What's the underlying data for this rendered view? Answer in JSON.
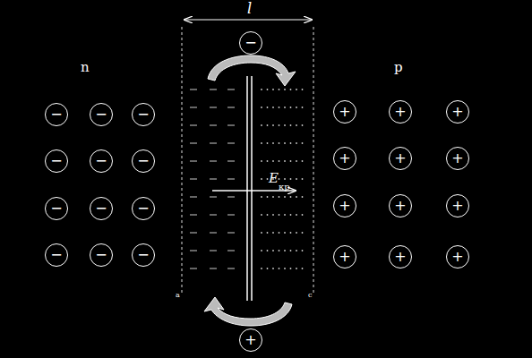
{
  "diagram": {
    "nodes": [
      {
        "text": [
          "−"
        ]
      },
      {
        "text": [
          "−"
        ]
      },
      {
        "text": [
          "−"
        ]
      },
      {
        "text": [
          "−"
        ]
      },
      {
        "text": [
          "−"
        ]
      },
      {
        "text": [
          "−"
        ]
      },
      {
        "text": [
          "−"
        ]
      },
      {
        "text": [
          "−"
        ]
      },
      {
        "text": [
          "−"
        ]
      },
      {
        "text": [
          "−"
        ]
      },
      {
        "text": [
          "−"
        ]
      },
      {
        "text": [
          "−"
        ]
      },
      {
        "text": [
          "−"
        ]
      },
      {
        "text": [
          "+"
        ]
      },
      {
        "text": [
          "+"
        ]
      },
      {
        "text": [
          "+"
        ]
      },
      {
        "text": [
          "+"
        ]
      },
      {
        "text": [
          "+"
        ]
      },
      {
        "text": [
          "+"
        ]
      },
      {
        "text": [
          "+"
        ]
      },
      {
        "text": [
          "+"
        ]
      },
      {
        "text": [
          "+"
        ]
      },
      {
        "text": [
          "+"
        ]
      },
      {
        "text": [
          "+"
        ]
      },
      {
        "text": [
          "+"
        ]
      },
      {
        "text": [
          "+"
        ]
      }
    ],
    "labels": [
      "l",
      "n",
      "p",
      "E",
      "кр",
      "a",
      "c"
    ]
  }
}
